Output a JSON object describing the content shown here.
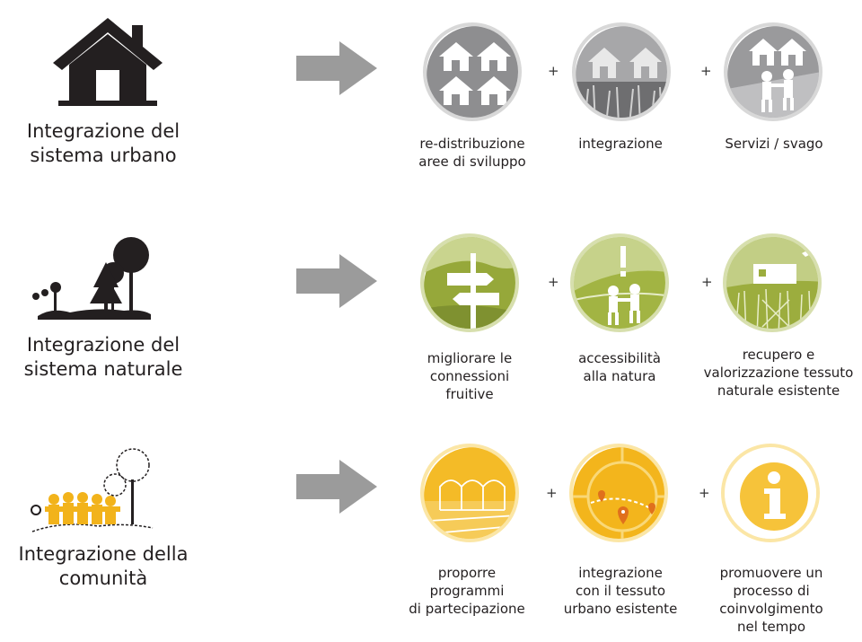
{
  "rows": [
    {
      "category": "Integrazione del\nsistema urbano",
      "icon": "house-icon",
      "color": "#9a9a9c",
      "items": [
        {
          "label": "re-distribuzione\naree di sviluppo",
          "icon": "houses-icon"
        },
        {
          "label": "integrazione",
          "icon": "houses-meadow-icon"
        },
        {
          "label": "Servizi / svago",
          "icon": "house-children-icon"
        }
      ]
    },
    {
      "category": "Integrazione del\nsistema naturale",
      "icon": "nature-icon",
      "color": "#9eb03e",
      "items": [
        {
          "label": "migliorare le\nconnessioni\nfruitive",
          "icon": "signpost-icon"
        },
        {
          "label": "accessibilità\nalla natura",
          "icon": "children-nature-icon"
        },
        {
          "label": "recupero e\nvalorizzazione tessuto\nnaturale esistente",
          "icon": "natural-fabric-icon"
        }
      ]
    },
    {
      "category": "Integrazione della\ncomunità",
      "icon": "community-icon",
      "color": "#f2bd1c",
      "items": [
        {
          "label": "proporre\nprogrammi\ndi partecipazione",
          "icon": "greenhouse-icon"
        },
        {
          "label": "integrazione\ncon il tessuto\nurbano esistente",
          "icon": "map-pin-icon"
        },
        {
          "label": "promuovere un\nprocesso di\ncoinvolgimento\nnel tempo",
          "icon": "info-icon"
        }
      ]
    }
  ],
  "plus_sign": "+"
}
